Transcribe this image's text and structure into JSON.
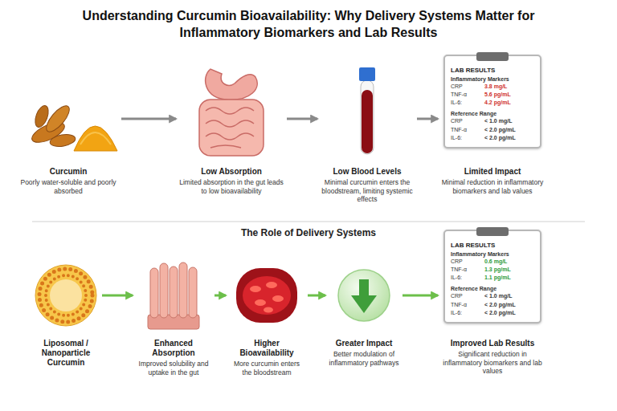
{
  "diagram": {
    "title": "Understanding Curcumin Bioavailability: Why Delivery Systems Matter for Inflammatory Biomarkers and Lab Results",
    "nodes": [
      {
        "text": [
          "Curcumin",
          "Poorly water-soluble and poorly absorbed"
        ]
      },
      {
        "text": [
          "Low Absorption",
          "Limited absorption in the gut leads to low bioavailability"
        ]
      },
      {
        "text": [
          "Low Blood Levels",
          "Minimal curcumin enters the bloodstream, limiting systemic effects"
        ]
      },
      {
        "text": [
          "Limited Impact",
          "Minimal reduction in inflammatory biomarkers and lab values"
        ]
      },
      {
        "text": [
          "LAB RESULTS",
          "Inflammatory Markers",
          "CRP",
          "3.8 mg/L",
          "TNF-α",
          "5.6 pg/mL",
          "IL-6:",
          "4.2 pg/mL",
          "Reference Range",
          "CRP",
          "< 1.0 mg/L",
          "TNF-α",
          "< 2.0 pg/mL",
          "IL-6:",
          "< 2.0 pg/mL"
        ],
        "in": 3
      },
      {
        "text": [
          "Liposomal / Nanoparticle Curcumin"
        ]
      },
      {
        "text": [
          "Enhanced Absorption",
          "Improved solubility and uptake in the gut"
        ]
      },
      {
        "text": [
          "Higher Bioavailability",
          "More curcumin enters the bloodstream"
        ]
      },
      {
        "text": [
          "Greater Impact",
          "Better modulation of inflammatory pathways"
        ]
      },
      {
        "text": [
          "Improved Lab Results",
          "Significant reduction in inflammatory biomarkers and lab values"
        ]
      },
      {
        "text": [
          "LAB RESULTS",
          "Inflammatory Markers",
          "CRP",
          "0.6 mg/L",
          "TNF-α",
          "1.3 pg/mL",
          "IL-6:",
          "1.1 pg/mL",
          "Reference Range",
          "CRP",
          "< 1.0 mg/L",
          "TNF-α",
          "< 2.0 pg/mL",
          "IL-6:",
          "< 2.0 pg/mL"
        ],
        "in": 9
      }
    ],
    "edges": [
      {
        "from": 0,
        "to": 1,
        "arrow": "to"
      },
      {
        "from": 1,
        "to": 2,
        "arrow": "to"
      },
      {
        "from": 2,
        "to": 3,
        "arrow": "to"
      },
      {
        "from": 5,
        "to": 6,
        "arrow": "to"
      },
      {
        "from": 6,
        "to": 7,
        "arrow": "to"
      },
      {
        "from": 7,
        "to": 8,
        "arrow": "to"
      },
      {
        "from": 8,
        "to": 9,
        "arrow": "to"
      }
    ],
    "labels": [
      "The Role of Delivery Systems"
    ]
  }
}
